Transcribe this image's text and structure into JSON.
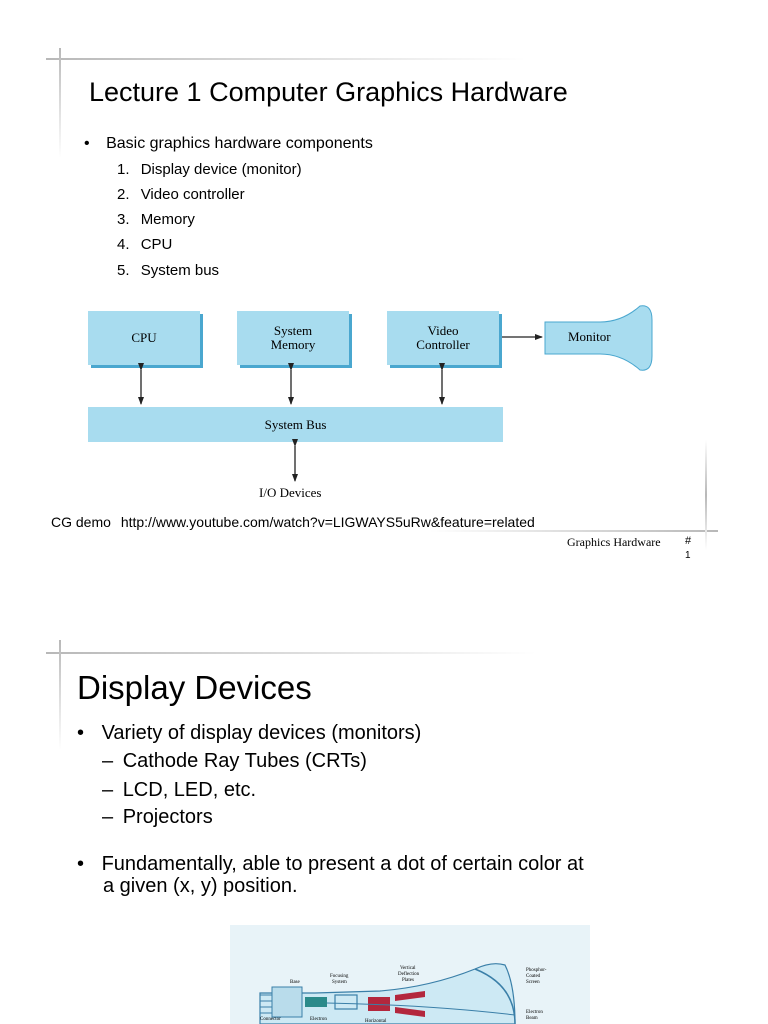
{
  "slide1": {
    "title": "Lecture 1 Computer Graphics Hardware",
    "bullet": "Basic graphics hardware components",
    "items": [
      {
        "num": "1.",
        "label": "Display device (monitor)"
      },
      {
        "num": "2.",
        "label": "Video controller"
      },
      {
        "num": "3.",
        "label": "Memory"
      },
      {
        "num": "4.",
        "label": "CPU"
      },
      {
        "num": "5.",
        "label": "System bus"
      }
    ],
    "diagram": {
      "cpu": "CPU",
      "memory_l1": "System",
      "memory_l2": "Memory",
      "video_l1": "Video",
      "video_l2": "Controller",
      "monitor": "Monitor",
      "bus": "System Bus",
      "io": "I/O Devices"
    },
    "demo_label": "CG demo",
    "demo_url": "http://www.youtube.com/watch?v=LIGWAYS5uRw&feature=related",
    "footer_title": "Graphics Hardware",
    "footer_hash": "#",
    "page_number": "1"
  },
  "slide2": {
    "title": "Display Devices",
    "bullet1": "Variety of display devices (monitors)",
    "subitems": [
      "Cathode Ray Tubes (CRTs)",
      "LCD, LED, etc.",
      "Projectors"
    ],
    "bullet2_line1": "Fundamentally, able to present a dot of certain color at",
    "bullet2_line2": "a given (x, y) position."
  },
  "crt": {
    "labels": [
      "Base",
      "Focusing System",
      "Vertical Deflection Plates",
      "Phosphor-Coated Screen",
      "Connector Pins",
      "Electron Gun",
      "Horizontal Deflection",
      "Electron Beam"
    ]
  }
}
